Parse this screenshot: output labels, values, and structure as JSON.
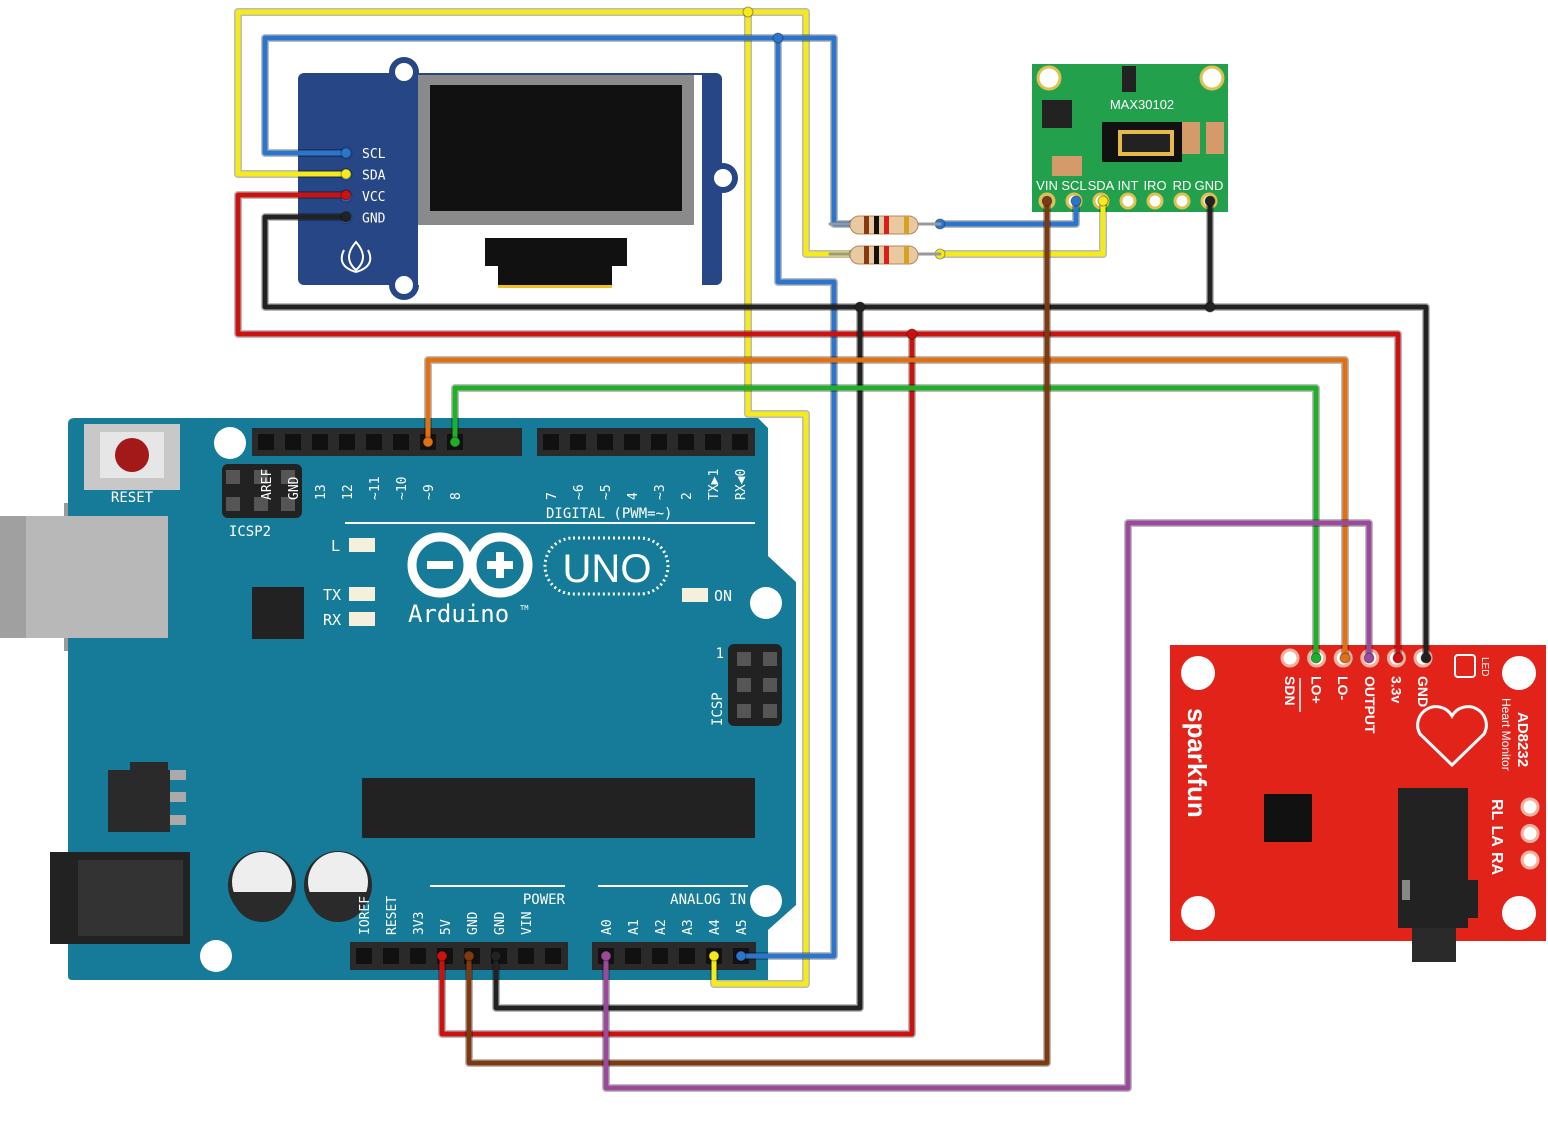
{
  "oled": {
    "pins": [
      "SCL",
      "SDA",
      "VCC",
      "GND"
    ]
  },
  "max30102": {
    "title": "MAX30102",
    "pins": [
      "VIN",
      "SCL",
      "SDA",
      "INT",
      "IRO",
      "RD",
      "GND"
    ]
  },
  "arduino": {
    "reset": "RESET",
    "icsp2": "ICSP2",
    "icsp": "ICSP",
    "icsp_pin1": "1",
    "brand": "Arduino",
    "tm": "TM",
    "model": "UNO",
    "led_l": "L",
    "led_tx": "TX",
    "led_rx": "RX",
    "led_on": "ON",
    "digital_label": "DIGITAL (PWM=~)",
    "power_label": "POWER",
    "analog_label": "ANALOG IN",
    "digital_pins_left": [
      "AREF",
      "GND",
      "13",
      "12",
      "~11",
      "~10",
      "~9",
      "8"
    ],
    "digital_pins_right": [
      "7",
      "~6",
      "~5",
      "4",
      "~3",
      "2",
      "TX▶1",
      "RX◀0"
    ],
    "power_pins": [
      "IOREF",
      "RESET",
      "3V3",
      "5V",
      "GND",
      "GND",
      "VIN"
    ],
    "analog_pins": [
      "A0",
      "A1",
      "A2",
      "A3",
      "A4",
      "A5"
    ]
  },
  "ad8232": {
    "pins": [
      "SDN",
      "LO+",
      "LO-",
      "OUTPUT",
      "3.3v",
      "GND"
    ],
    "brand": "sparkfun",
    "title": "AD8232",
    "subtitle": "Heart Monitor",
    "led": "LED",
    "electrodes": [
      "RL",
      "LA",
      "RA"
    ]
  },
  "colors": {
    "arduino_board": "#167b98",
    "oled_board": "#264685",
    "max_board": "#22a04b",
    "ad8232_board": "#e2231a",
    "wire_yellow": "#f4ea1c",
    "wire_blue": "#2b76cc",
    "wire_red": "#cc1111",
    "wire_black": "#222222",
    "wire_orange": "#e07014",
    "wire_green": "#1fb02a",
    "wire_brown": "#7d3a10",
    "wire_purple": "#9b4a9b"
  }
}
